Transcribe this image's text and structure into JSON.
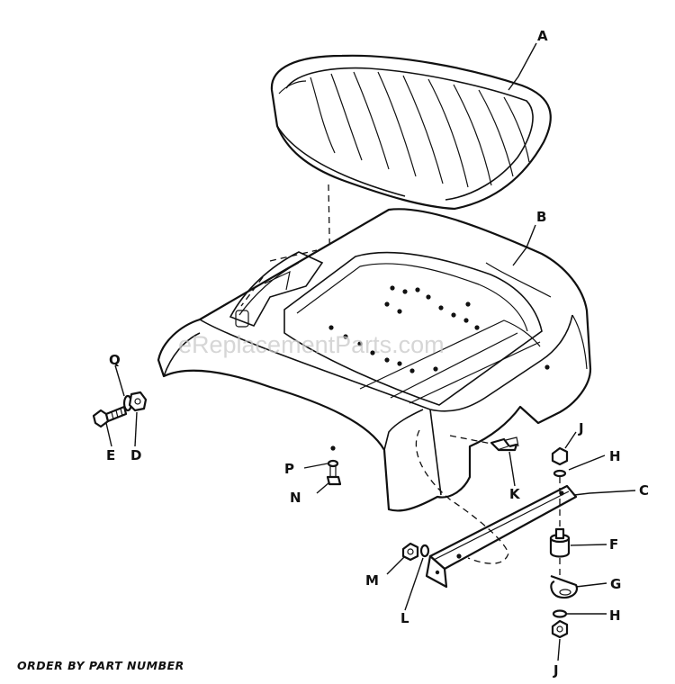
{
  "watermark": "eReplacementParts.com",
  "footer": "ORDER BY PART NUMBER",
  "callouts": {
    "a": "A",
    "b": "B",
    "c": "C",
    "d": "D",
    "e": "E",
    "f": "F",
    "g": "G",
    "h_upper": "H",
    "h_lower": "H",
    "j_upper": "J",
    "j_lower": "J",
    "k": "K",
    "l": "L",
    "m": "M",
    "n": "N",
    "p": "P",
    "q": "Q"
  }
}
